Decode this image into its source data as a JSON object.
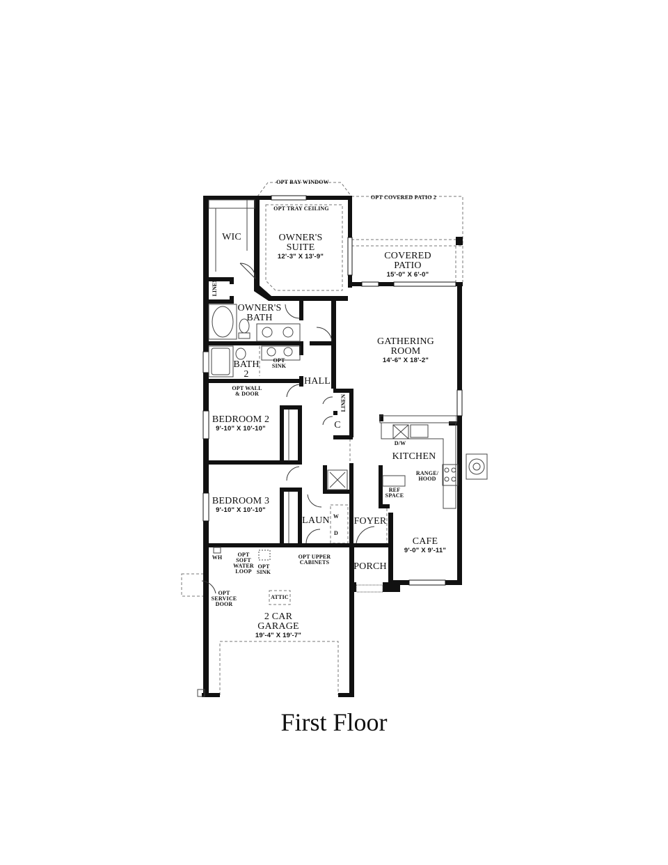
{
  "title": "First Floor",
  "options": {
    "bay_window": "OPT BAY WINDOW",
    "covered_patio_2": "OPT COVERED PATIO 2",
    "tray_ceiling": "OPT TRAY CEILING",
    "opt_sink_bath": [
      "OPT",
      "SINK"
    ],
    "opt_wall_door": [
      "OPT WALL",
      "& DOOR"
    ],
    "soft_water_loop": [
      "OPT",
      "SOFT",
      "WATER",
      "LOOP"
    ],
    "garage_sink": [
      "OPT",
      "SINK"
    ],
    "upper_cabinets": [
      "OPT UPPER",
      "CABINETS"
    ],
    "service_door": [
      "OPT",
      "SERVICE",
      "DOOR"
    ]
  },
  "rooms": {
    "wic": {
      "name": "WIC"
    },
    "linen_owner": {
      "name": "LINEN"
    },
    "owners_suite": {
      "name_line1": "OWNER'S",
      "name_line2": "SUITE",
      "dims": "12'-3\" X 13'-9\""
    },
    "covered_patio": {
      "name_line1": "COVERED",
      "name_line2": "PATIO",
      "dims": "15'-0\" X 6'-0\""
    },
    "owners_bath": {
      "name_line1": "OWNER'S",
      "name_line2": "BATH"
    },
    "gathering_room": {
      "name_line1": "GATHERING",
      "name_line2": "ROOM",
      "dims": "14'-6\" X 18'-2\""
    },
    "bath2": {
      "name_line1": "BATH",
      "name_line2": "2"
    },
    "hall": {
      "name": "HALL"
    },
    "linen_hall": {
      "name": "LINEN"
    },
    "closet": {
      "name": "C"
    },
    "bedroom2": {
      "name": "BEDROOM 2",
      "dims": "9'-10\" X 10'-10\""
    },
    "kitchen": {
      "name": "KITCHEN"
    },
    "dishwasher": {
      "name": "D/W"
    },
    "range_hood": {
      "name_line1": "RANGE/",
      "name_line2": "HOOD"
    },
    "ref_space": {
      "name_line1": "REF",
      "name_line2": "SPACE"
    },
    "bedroom3": {
      "name": "BEDROOM 3",
      "dims": "9'-10\" X 10'-10\""
    },
    "laundry": {
      "name": "LAUN"
    },
    "washer": {
      "name": "W"
    },
    "dryer": {
      "name": "D"
    },
    "foyer": {
      "name": "FOYER"
    },
    "cafe": {
      "name": "CAFE",
      "dims": "9'-0\" X 9'-11\""
    },
    "porch": {
      "name": "PORCH"
    },
    "water_heater": {
      "name": "WH"
    },
    "attic": {
      "name": "ATTIC"
    },
    "garage": {
      "name_line1": "2 CAR",
      "name_line2": "GARAGE",
      "dims": "19'-4\" X 19'-7\""
    }
  },
  "colors": {
    "wall": "#111111",
    "dashed": "#777777",
    "fixture": "#555555",
    "background": "#ffffff"
  }
}
